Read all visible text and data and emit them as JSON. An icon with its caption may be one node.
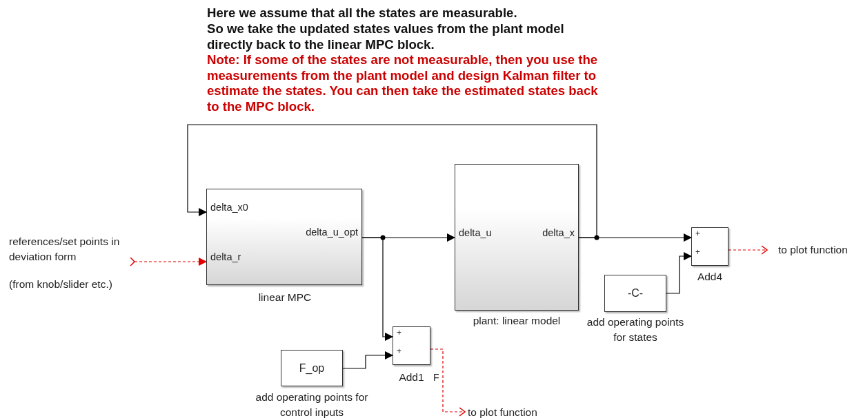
{
  "diagram": {
    "nodes": [
      {
        "text": [
          "delta_x0",
          "delta_u_opt",
          "delta_r"
        ],
        "beside": [
          "linear MPC"
        ]
      },
      {
        "text": [
          "delta_u",
          "delta_x"
        ],
        "beside": [
          "plant: linear model"
        ]
      },
      {
        "text": [
          "+",
          "+"
        ],
        "beside": [
          "Add1"
        ]
      },
      {
        "text": [
          "F_op"
        ],
        "beside": [
          "add operating points for control inputs"
        ]
      },
      {
        "text": [
          "+",
          "+"
        ],
        "beside": [
          "Add4"
        ]
      },
      {
        "text": [
          "-C-"
        ],
        "beside": [
          "add operating points for states"
        ]
      },
      {
        "text": [
          "references/set points in deviation form",
          "(from knob/slider etc.)"
        ]
      },
      {
        "text": [
          "to plot function"
        ]
      },
      {
        "text": [
          "to plot function"
        ]
      }
    ],
    "edges": [
      {
        "from": 6,
        "to": 0,
        "arrow": "to",
        "style": "dashed",
        "color": "#e00000"
      },
      {
        "from": 0,
        "to": 1,
        "arrow": "to"
      },
      {
        "from": 0,
        "to": 2,
        "arrow": "to"
      },
      {
        "from": 3,
        "to": 2,
        "arrow": "to"
      },
      {
        "from": 1,
        "to": 4,
        "arrow": "to"
      },
      {
        "from": 1,
        "to": 0,
        "arrow": "to"
      },
      {
        "from": 5,
        "to": 4,
        "arrow": "to"
      },
      {
        "from": 2,
        "to": 8,
        "arrow": "to",
        "style": "dashed",
        "color": "#e00000",
        "label": "F"
      },
      {
        "from": 4,
        "to": 7,
        "arrow": "to",
        "style": "dashed",
        "color": "#e00000"
      }
    ],
    "labels": [
      "Here we assume that all the states are measurable.",
      "So we take the updated states values from the plant model directly back to the linear MPC block.",
      "Note: If some of the states are not measurable, then you use the measurements from the plant model and design Kalman filter to estimate the states. You can then take the estimated states back to the MPC block."
    ]
  }
}
